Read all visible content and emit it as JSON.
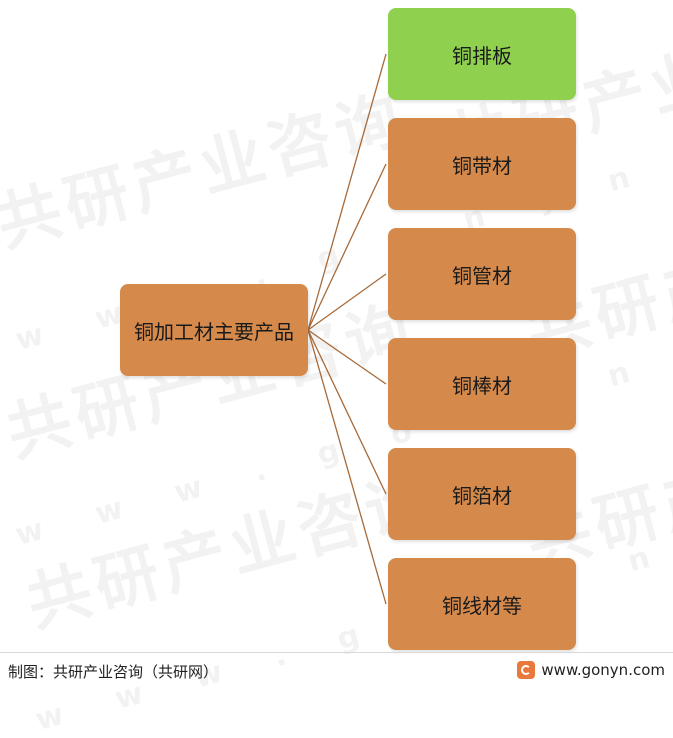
{
  "diagram": {
    "root": {
      "label": "铜加工材主要产品",
      "color": "#d58a4c"
    },
    "children": [
      {
        "label": "铜排板",
        "color": "#8fd14f"
      },
      {
        "label": "铜带材",
        "color": "#d58a4c"
      },
      {
        "label": "铜管材",
        "color": "#d58a4c"
      },
      {
        "label": "铜棒材",
        "color": "#d58a4c"
      },
      {
        "label": "铜箔材",
        "color": "#d58a4c"
      },
      {
        "label": "铜线材等",
        "color": "#d58a4c"
      }
    ],
    "connector_color": "#a66a3a"
  },
  "watermark": {
    "brand": "共研产业咨询",
    "site": "w w w . g o n y n . c o m"
  },
  "footer": {
    "source": "制图：共研产业咨询（共研网）",
    "website": "www.gonyn.com"
  }
}
